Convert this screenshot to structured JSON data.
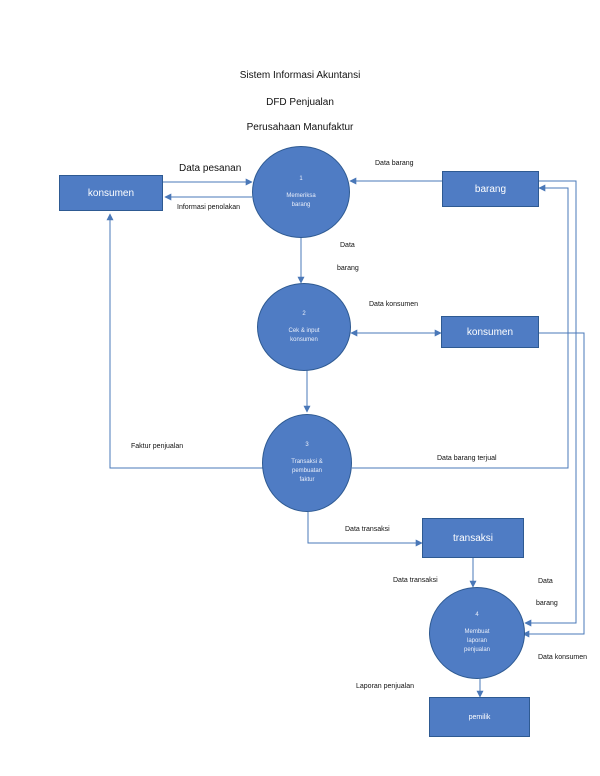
{
  "header": {
    "line1": "Sistem Informasi Akuntansi",
    "line2": "DFD Penjualan",
    "line3": "Perusahaan Manufaktur"
  },
  "entities": {
    "konsumen_left": "konsumen",
    "barang": "barang",
    "konsumen_right": "konsumen",
    "transaksi": "transaksi",
    "pemilik": "pemilik"
  },
  "processes": {
    "p1": {
      "num": "1",
      "line1": "Memeriksa",
      "line2": "barang"
    },
    "p2": {
      "num": "2",
      "line1": "Cek & input",
      "line2": "konsumen"
    },
    "p3": {
      "num": "3",
      "line1": "Transaksi &",
      "line2": "pembuatan",
      "line3": "faktur"
    },
    "p4": {
      "num": "4",
      "line1": "Membuat",
      "line2": "laporan",
      "line3": "penjualan"
    }
  },
  "flows": {
    "data_pesanan": "Data pesanan",
    "informasi_penolakan": "Informasi penolakan",
    "data_barang_top": "Data barang",
    "data_1": "Data",
    "barang_1": "barang",
    "data_konsumen_mid": "Data konsumen",
    "faktur_penjualan": "Faktur penjualan",
    "data_barang_terjual": "Data barang terjual",
    "data_transaksi_1": "Data transaksi",
    "data_transaksi_2": "Data transaksi",
    "data_2": "Data",
    "barang_2": "barang",
    "data_konsumen_bottom": "Data konsumen",
    "laporan_penjualan": "Laporan penjualan"
  },
  "colors": {
    "fill": "#4f7cc4",
    "stroke": "#2e5a92",
    "line": "#4a78b8"
  }
}
